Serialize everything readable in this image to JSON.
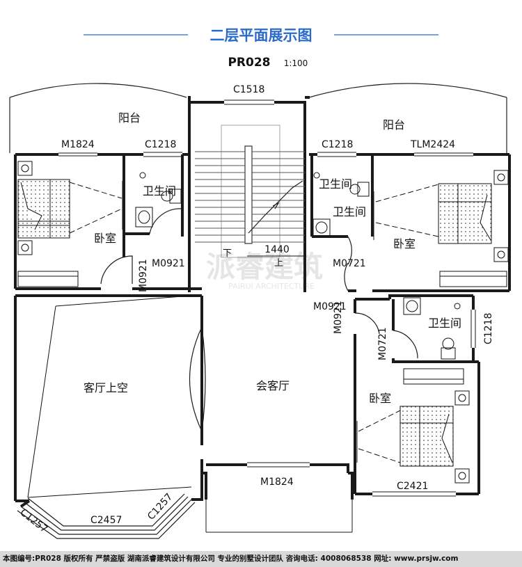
{
  "header": {
    "title": "二层平面展示图",
    "plan_code": "PR028",
    "scale": "1:100"
  },
  "rooms": {
    "balcony_left": "阳台",
    "balcony_right": "阳台",
    "bath_left": "卫生间",
    "bath_mid_a": "卫生间",
    "bath_mid_b": "卫生间",
    "bath_right": "卫生间",
    "bedroom_left": "卧室",
    "bedroom_right_upper": "卧室",
    "bedroom_right_lower": "卧室",
    "living_void": "客厅上空",
    "lounge": "会客厅"
  },
  "stair": {
    "down": "下",
    "up": "上",
    "width_dim": "1440"
  },
  "labels": {
    "c1518": "C1518",
    "m1824_top": "M1824",
    "c1218_left": "C1218",
    "c1218_mid": "C1218",
    "tlm2424": "TLM2424",
    "m0921_a": "M0921",
    "m0921_v": "M0921",
    "m0721_a": "M0721",
    "m0921_b": "M0921",
    "m0921_b_v": "M0921",
    "m0721_v": "M0721",
    "c1218_right_v": "C1218",
    "m1824_bottom": "M1824",
    "c2421": "C2421",
    "c2457": "C2457",
    "c1257_left": "C1257",
    "c1257_right": "C1257"
  },
  "watermark": {
    "text": "派睿建筑",
    "sub": "PAIRUI ARCHITECTURE"
  },
  "footer": {
    "text": "本图编号:PR028 版权所有 严禁盗版 湖南派睿建筑设计有限公司 专业的别墅设计团队 咨询电话: 4008068538 网址: www.prsjw.com"
  },
  "colors": {
    "wall": "#1a1a1a",
    "accent_blue": "#2a6bc9",
    "footer_bg": "#d9d9d9"
  }
}
